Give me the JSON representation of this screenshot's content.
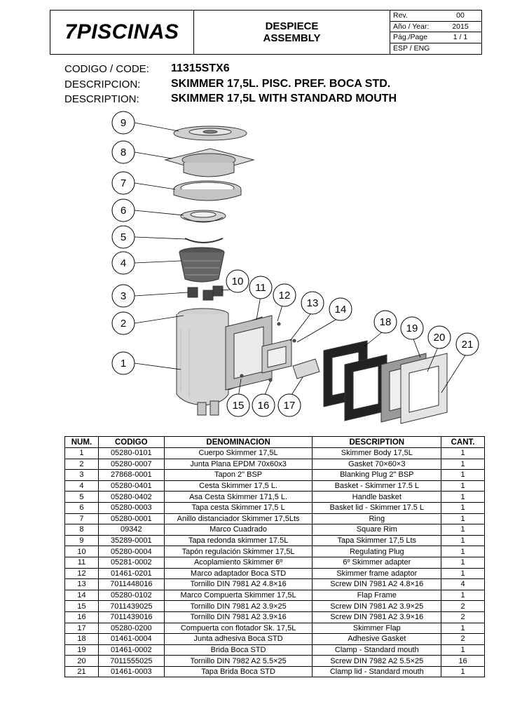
{
  "title_block": {
    "logo": "7PISCINAS",
    "title_line1": "DESPIECE",
    "title_line2": "ASSEMBLY",
    "meta": [
      {
        "label": "Rev.",
        "value": "00"
      },
      {
        "label": "Año / Year:",
        "value": "2015"
      },
      {
        "label": "Pág./Page",
        "value": "1 / 1"
      },
      {
        "label": "ESP / ENG",
        "value": ""
      }
    ]
  },
  "header": {
    "code_label": "CODIGO / CODE:",
    "code_value": "11315STX6",
    "desc_es_label": "DESCRIPCION:",
    "desc_es_value": "SKIMMER 17,5L. PISC. PREF. BOCA STD.",
    "desc_en_label": "DESCRIPTION:",
    "desc_en_value": "SKIMMER 17,5L WITH STANDARD MOUTH"
  },
  "callouts": [
    "1",
    "2",
    "3",
    "4",
    "5",
    "6",
    "7",
    "8",
    "9",
    "10",
    "11",
    "12",
    "13",
    "14",
    "15",
    "16",
    "17",
    "18",
    "19",
    "20",
    "21"
  ],
  "table": {
    "headers": [
      "NUM.",
      "CODIGO",
      "DENOMINACION",
      "DESCRIPTION",
      "CANT."
    ],
    "rows": [
      [
        "1",
        "05280-0101",
        "Cuerpo Skimmer 17,5L",
        "Skimmer Body 17,5L",
        "1"
      ],
      [
        "2",
        "05280-0007",
        "Junta Plana EPDM 70x60x3",
        "Gasket 70×60×3",
        "1"
      ],
      [
        "3",
        "27868-0001",
        "Tapon 2\" BSP",
        "Blanking Plug 2\" BSP",
        "1"
      ],
      [
        "4",
        "05280-0401",
        "Cesta Skimmer 17,5 L.",
        "Basket - Skimmer 17.5 L",
        "1"
      ],
      [
        "5",
        "05280-0402",
        "Asa Cesta Skimmer 171,5 L.",
        "Handle basket",
        "1"
      ],
      [
        "6",
        "05280-0003",
        "Tapa cesta Skimmer 17,5 L",
        "Basket lid - Skimmer 17.5 L",
        "1"
      ],
      [
        "7",
        "05280-0001",
        "Anillo distanciador Skimmer 17,5Lts",
        "Ring",
        "1"
      ],
      [
        "8",
        "09342",
        "Marco Cuadrado",
        "Square Rim",
        "1"
      ],
      [
        "9",
        "35289-0001",
        "Tapa redonda skimmer 17.5L",
        "Tapa Skimmer 17,5 Lts",
        "1"
      ],
      [
        "10",
        "05280-0004",
        "Tapón regulación Skimmer 17,5L",
        "Regulating Plug",
        "1"
      ],
      [
        "11",
        "05281-0002",
        "Acoplamiento Skimmer 6º",
        "6º Skimmer adapter",
        "1"
      ],
      [
        "12",
        "01461-0201",
        "Marco adaptador Boca STD",
        "Skimmer frame adaptor",
        "1"
      ],
      [
        "13",
        "7011448016",
        "Tornillo DIN 7981 A2 4.8×16",
        "Screw DIN 7981 A2 4.8×16",
        "4"
      ],
      [
        "14",
        "05280-0102",
        "Marco Compuerta Skimmer 17,5L",
        "Flap Frame",
        "1"
      ],
      [
        "15",
        "7011439025",
        "Tornillo DIN 7981 A2 3.9×25",
        "Screw DIN 7981 A2 3.9×25",
        "2"
      ],
      [
        "16",
        "7011439016",
        "Tornillo DIN 7981 A2 3.9×16",
        "Screw DIN 7981 A2 3.9×16",
        "2"
      ],
      [
        "17",
        "05280-0200",
        "Compuerta con flotador Sk. 17,5L",
        "Skimmer Flap",
        "1"
      ],
      [
        "18",
        "01461-0004",
        "Junta adhesiva Boca STD",
        "Adhesive Gasket",
        "2"
      ],
      [
        "19",
        "01461-0002",
        "Brida Boca STD",
        "Clamp - Standard mouth",
        "1"
      ],
      [
        "20",
        "7011555025",
        "Tornillo DIN 7982 A2 5.5×25",
        "Screw DIN 7982 A2 5.5×25",
        "16"
      ],
      [
        "21",
        "01461-0003",
        "Tapa Brida Boca STD",
        "Clamp lid - Standard mouth",
        "1"
      ]
    ]
  }
}
